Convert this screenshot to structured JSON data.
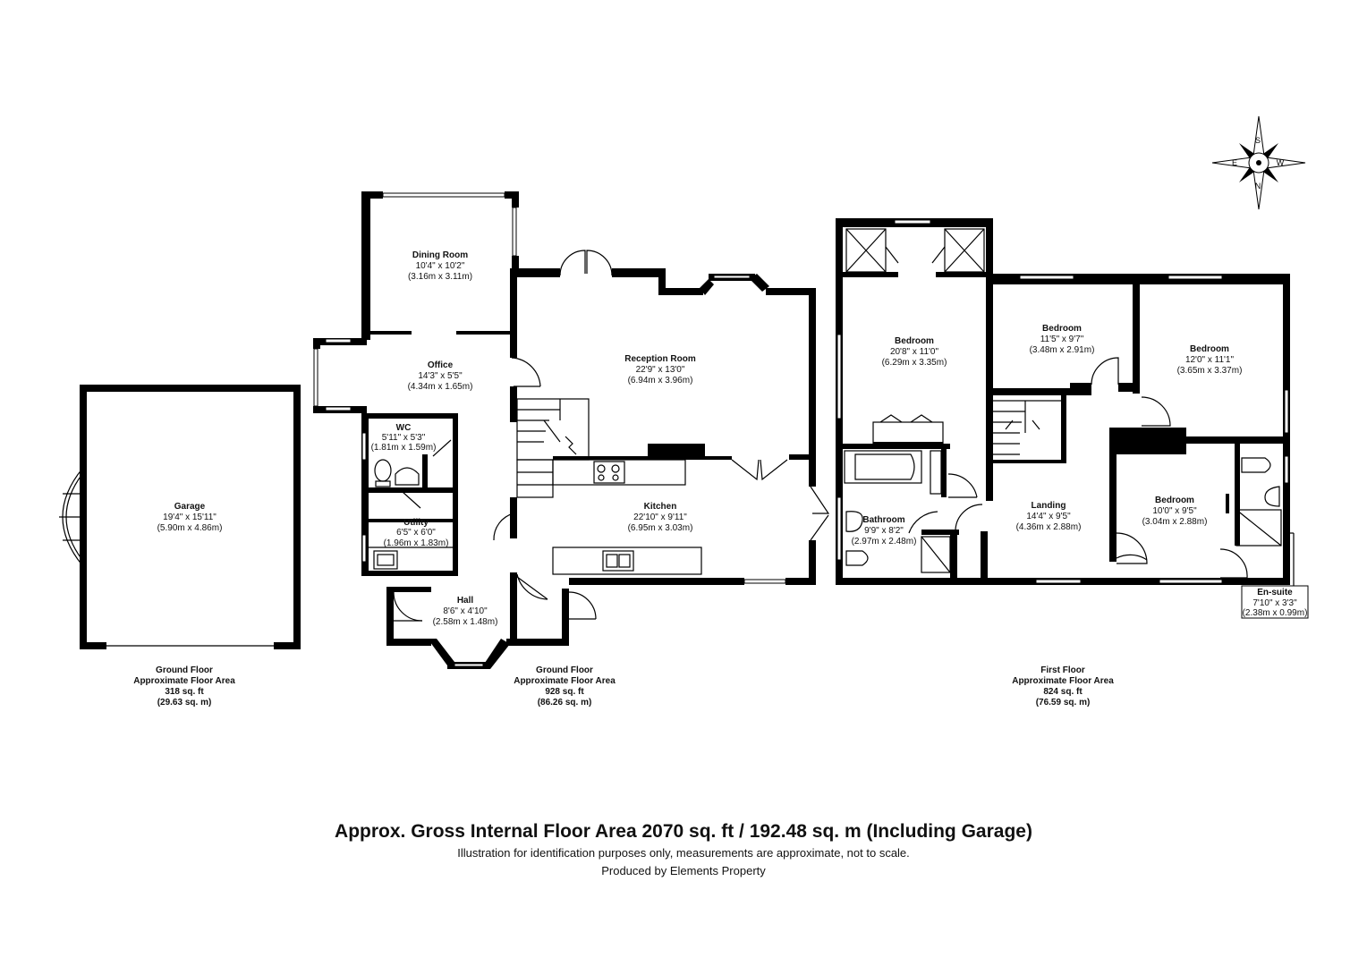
{
  "rooms": {
    "garage": {
      "name": "Garage",
      "imperial": "19'4\" x 15'11\"",
      "metric": "(5.90m x 4.86m)"
    },
    "dining": {
      "name": "Dining Room",
      "imperial": "10'4\" x 10'2\"",
      "metric": "(3.16m x 3.11m)"
    },
    "office": {
      "name": "Office",
      "imperial": "14'3\" x 5'5\"",
      "metric": "(4.34m x 1.65m)"
    },
    "wc": {
      "name": "WC",
      "imperial": "5'11\" x 5'3\"",
      "metric": "(1.81m x 1.59m)"
    },
    "utility": {
      "name": "Utility",
      "imperial": "6'5\" x 6'0\"",
      "metric": "(1.96m x 1.83m)"
    },
    "hall": {
      "name": "Hall",
      "imperial": "8'6\" x 4'10\"",
      "metric": "(2.58m x 1.48m)"
    },
    "reception": {
      "name": "Reception Room",
      "imperial": "22'9\" x 13'0\"",
      "metric": "(6.94m x 3.96m)"
    },
    "kitchen": {
      "name": "Kitchen",
      "imperial": "22'10\" x 9'11\"",
      "metric": "(6.95m x 3.03m)"
    },
    "bedroom1": {
      "name": "Bedroom",
      "imperial": "20'8\" x 11'0\"",
      "metric": "(6.29m x 3.35m)"
    },
    "bedroom2": {
      "name": "Bedroom",
      "imperial": "11'5\" x 9'7\"",
      "metric": "(3.48m x 2.91m)"
    },
    "bedroom3": {
      "name": "Bedroom",
      "imperial": "12'0\" x 11'1\"",
      "metric": "(3.65m x 3.37m)"
    },
    "bedroom4": {
      "name": "Bedroom",
      "imperial": "10'0\" x 9'5\"",
      "metric": "(3.04m x 2.88m)"
    },
    "bathroom": {
      "name": "Bathroom",
      "imperial": "9'9\" x 8'2\"",
      "metric": "(2.97m x 2.48m)"
    },
    "landing": {
      "name": "Landing",
      "imperial": "14'4\" x 9'5\"",
      "metric": "(4.36m x 2.88m)"
    },
    "ensuite": {
      "name": "En-suite",
      "imperial": "7'10\" x 3'3\"",
      "metric": "(2.38m x 0.99m)"
    }
  },
  "floor_areas": {
    "garage": {
      "floor": "Ground Floor",
      "caption": "Approximate Floor Area",
      "sqft": "318 sq. ft",
      "sqm": "(29.63 sq. m)"
    },
    "ground": {
      "floor": "Ground Floor",
      "caption": "Approximate Floor Area",
      "sqft": "928 sq. ft",
      "sqm": "(86.26 sq. m)"
    },
    "first": {
      "floor": "First Floor",
      "caption": "Approximate Floor Area",
      "sqft": "824 sq. ft",
      "sqm": "(76.59 sq. m)"
    }
  },
  "compass": {
    "n": "N",
    "s": "S",
    "e": "E",
    "w": "W"
  },
  "footer": {
    "title": "Approx. Gross Internal Floor Area 2070 sq. ft / 192.48 sq. m (Including Garage)",
    "disclaimer": "Illustration for identification purposes only, measurements are approximate, not to scale.",
    "producer": "Produced by Elements Property"
  },
  "colors": {
    "walls": "#000000",
    "background": "#ffffff"
  }
}
